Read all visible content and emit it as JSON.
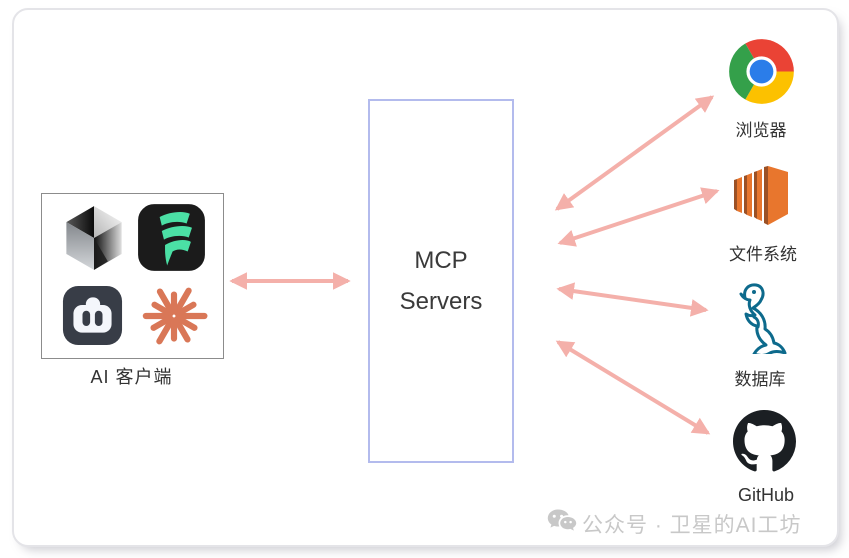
{
  "diagram": {
    "client_box": {
      "label": "AI 客户端",
      "icons": [
        "cursor-cube-icon",
        "windsurf-icon",
        "bot-icon",
        "claude-starburst-icon"
      ]
    },
    "server_box": {
      "label": "MCP Servers"
    },
    "targets": [
      {
        "icon": "chrome-icon",
        "label": "浏览器"
      },
      {
        "icon": "aws-ec2-icon",
        "label": "文件系统"
      },
      {
        "icon": "mysql-dolphin-icon",
        "label": "数据库"
      },
      {
        "icon": "github-icon",
        "label": "GitHub"
      }
    ],
    "connections": [
      {
        "from": "ai-client",
        "to": "mcp-servers",
        "bidirectional": true
      },
      {
        "from": "mcp-servers",
        "to": "浏览器",
        "bidirectional": true
      },
      {
        "from": "mcp-servers",
        "to": "文件系统",
        "bidirectional": true
      },
      {
        "from": "mcp-servers",
        "to": "数据库",
        "bidirectional": true
      },
      {
        "from": "mcp-servers",
        "to": "GitHub",
        "bidirectional": true
      }
    ],
    "colors": {
      "arrow": "#f4b0aa",
      "server_box_border": "#b3bbed",
      "client_box_border": "#8c8c8c",
      "label_text": "#333333",
      "watermark_text": "#c8c8c8",
      "windsurf_green": "#4be0a5",
      "claude_coral": "#d97757",
      "mysql_blue": "#0d6a8c",
      "aws_orange": "#e8762d"
    }
  },
  "watermark": {
    "icon": "wechat-icon",
    "text": "公众号 · 卫星的AI工坊"
  }
}
